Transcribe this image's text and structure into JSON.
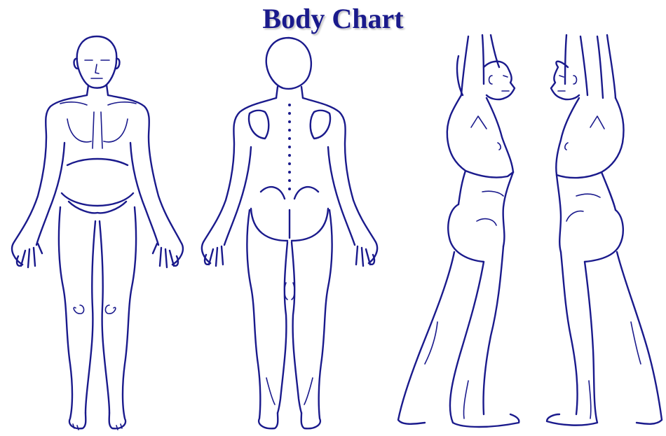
{
  "title": "Body Chart",
  "colors": {
    "ink": "#1a1a8c",
    "background": "#ffffff"
  },
  "figures": [
    {
      "view": "front"
    },
    {
      "view": "back"
    },
    {
      "view": "right-side"
    },
    {
      "view": "left-side"
    }
  ]
}
